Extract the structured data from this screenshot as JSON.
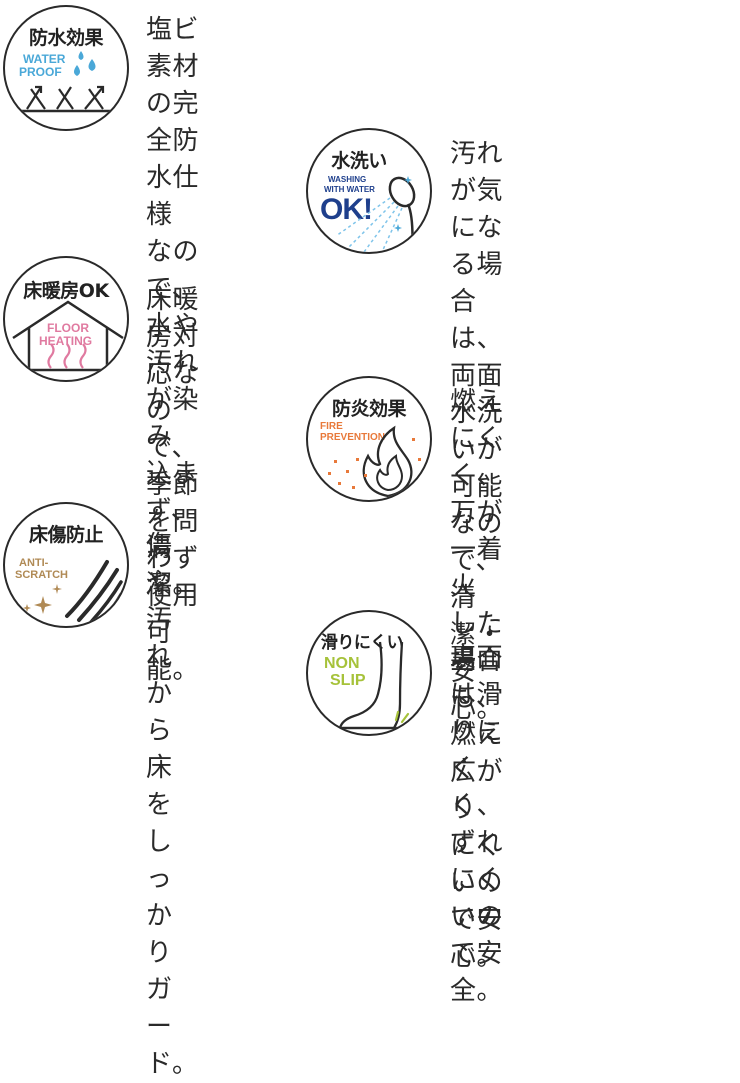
{
  "features": [
    {
      "badge_title": "防水効果",
      "badge_sub": [
        "WATER",
        "PROOF"
      ],
      "desc_lines": [
        "塩ビ素材の完全防水仕様",
        "なので、水や汚れが染み",
        "込まず、清潔。"
      ],
      "accent": "#4aa8d8"
    },
    {
      "badge_title": "水洗い",
      "badge_sub": [
        "WASHING",
        "WITH WATER"
      ],
      "badge_big": "OK!",
      "desc_lines": [
        "汚れが気になる場合は、",
        "両面水洗いが可能なの",
        "で、清潔・安心。"
      ],
      "accent": "#1e3f8c"
    },
    {
      "badge_title": "床暖房OK",
      "badge_sub": [
        "FLOOR",
        "HEATING"
      ],
      "desc_lines": [
        "床暖房対応なので、季節",
        "を問わず使用可能。"
      ],
      "accent": "#e07aa0"
    },
    {
      "badge_title": "防炎効果",
      "badge_sub": [
        "FIRE",
        "PREVENTION"
      ],
      "desc_lines": [
        "燃えにくく、万が一着火",
        "した場合も、燃え広がり",
        "にくいので安心。"
      ],
      "accent": "#e8793a"
    },
    {
      "badge_title": "床傷防止",
      "badge_sub": [
        "ANTI-",
        "SCRATCH"
      ],
      "desc_lines": [
        "傷や汚れから床をしっか",
        "りガード。"
      ],
      "accent": "#b08a55"
    },
    {
      "badge_title": "滑りにくい",
      "badge_sub": [
        "NON",
        "SLIP"
      ],
      "desc_lines": [
        "裏面は滑りにくく、ずれ",
        "にくいので安全。"
      ],
      "accent": "#a6c23a"
    }
  ]
}
